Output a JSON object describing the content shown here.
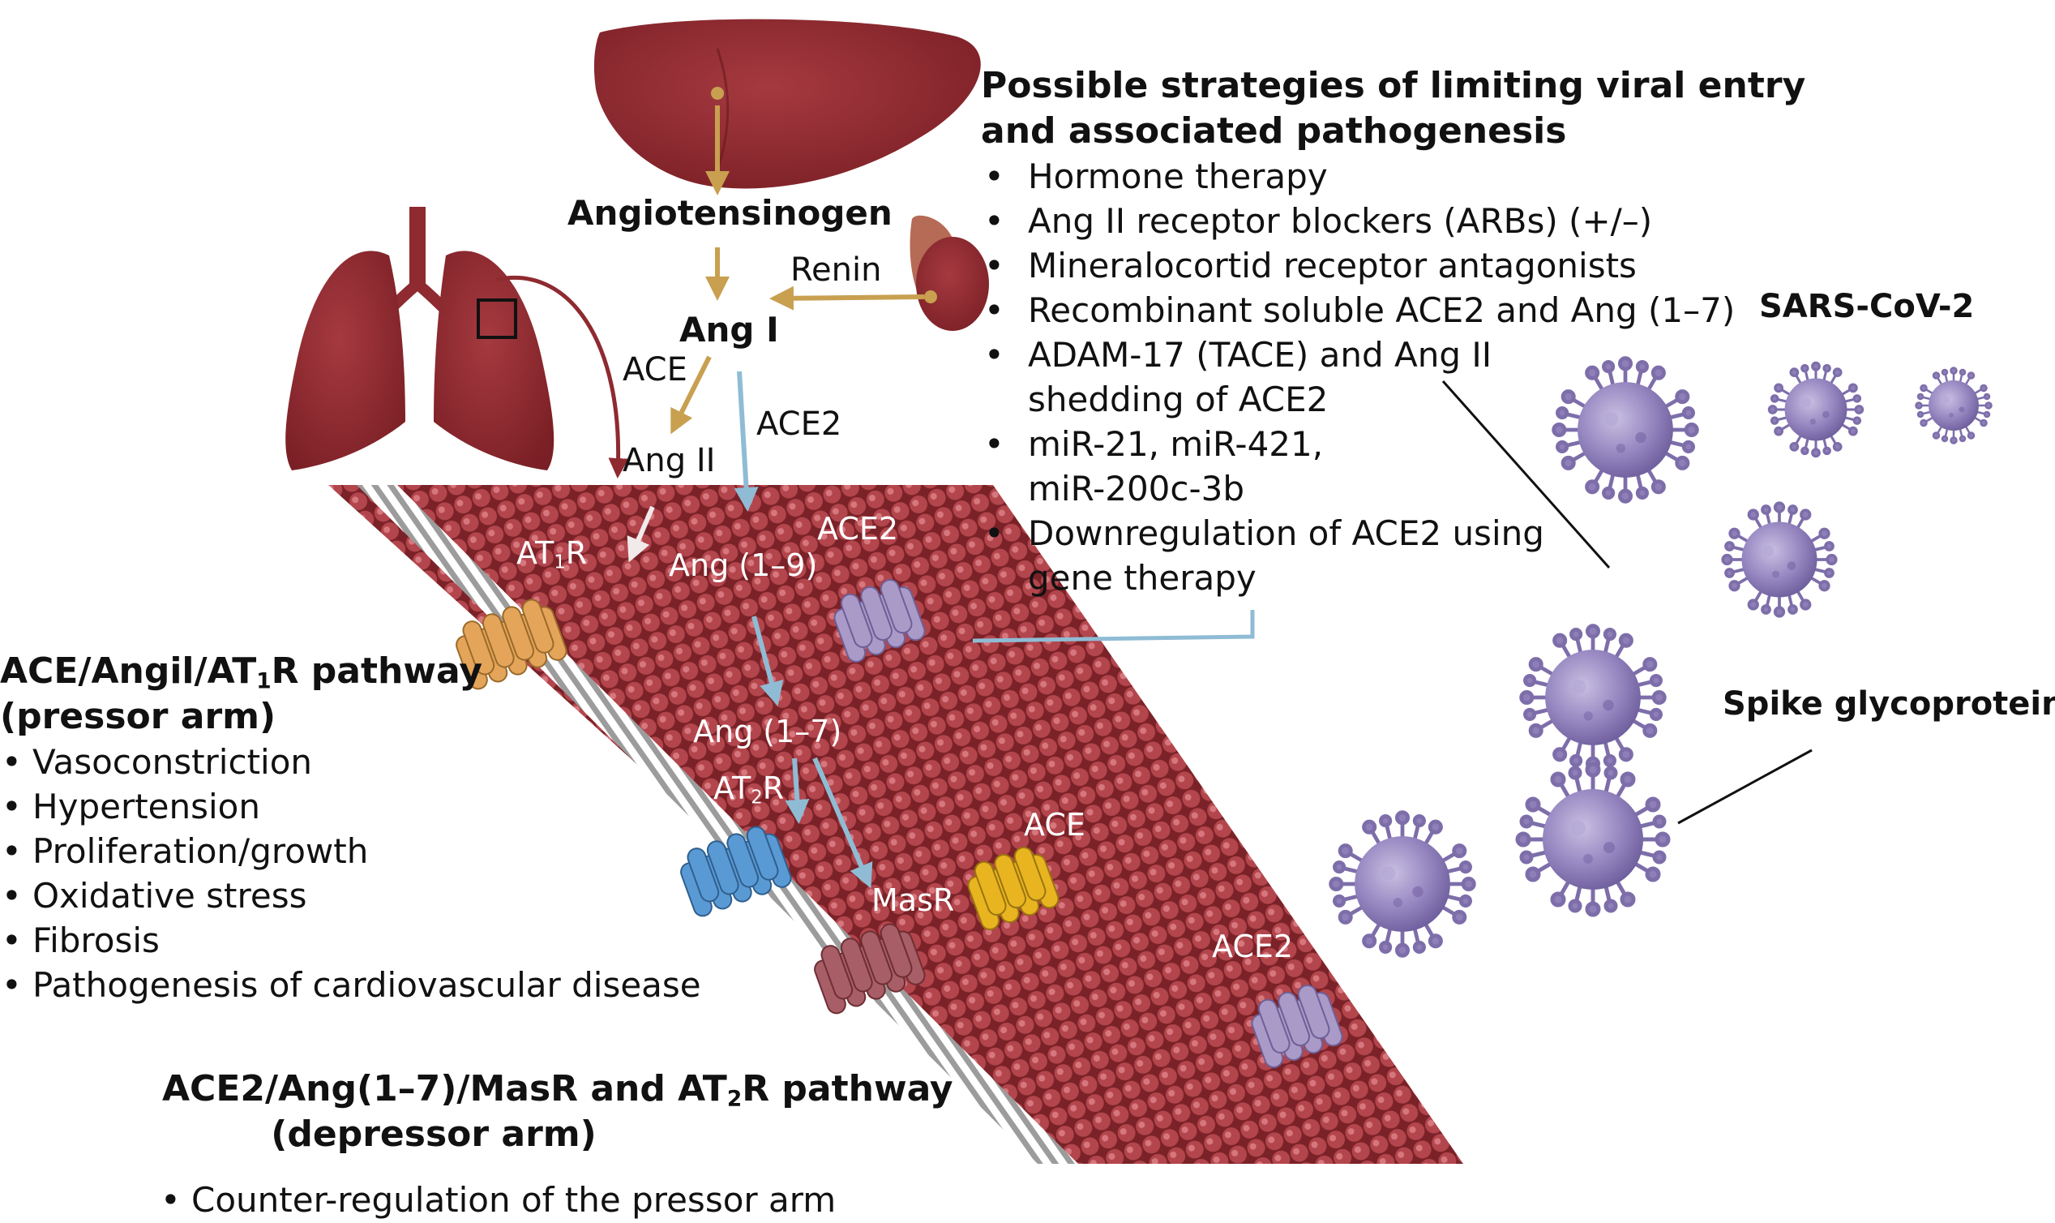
{
  "labels": {
    "angiotensinogen": "Angiotensinogen",
    "renin": "Renin",
    "ang_i": "Ang I",
    "ace_upper": "ACE",
    "ace2_upper": "ACE2",
    "ang_ii": "Ang II",
    "at1r_main": "AT",
    "at1r_sub": "1",
    "at1r_tail": "R",
    "ang_1_9": "Ang (1–9)",
    "ace2_membrane_top": "ACE2",
    "ang_1_7": "Ang (1–7)",
    "at2r_main": "AT",
    "at2r_sub": "2",
    "at2r_tail": "R",
    "masr": "MasR",
    "ace_membrane": "ACE",
    "ace2_membrane_bottom": "ACE2",
    "sars_cov_2": "SARS-CoV-2",
    "spike_glycoproteins": "Spike glycoproteins"
  },
  "strategies": {
    "title_line1": "Possible strategies of limiting viral entry",
    "title_line2": "and associated pathogenesis",
    "items": [
      "Hormone therapy",
      "Ang II receptor blockers (ARBs) (+/–)",
      "Mineralocortid receptor antagonists",
      "Recombinant soluble ACE2 and Ang (1–7)",
      "ADAM-17 (TACE) and Ang II",
      "miR-21, miR-421,",
      "Downregulation of ACE2 using"
    ],
    "item5_line2": "shedding of ACE2",
    "item6_line2": "miR-200c-3b",
    "item7_line2": "gene therapy"
  },
  "pressor": {
    "title_prefix": "ACE/Angil/AT",
    "title_sub": "1",
    "title_suffix": "R pathway",
    "title_line2": "(pressor arm)",
    "items": [
      "Vasoconstriction",
      "Hypertension",
      "Proliferation/growth",
      "Oxidative stress",
      "Fibrosis",
      "Pathogenesis of cardiovascular disease"
    ]
  },
  "depressor": {
    "title_prefix": "ACE2/Ang(1–7)/MasR and AT",
    "title_sub": "2",
    "title_suffix": "R pathway",
    "title_line2": "(depressor arm)",
    "items": [
      "Counter-regulation of the pressor arm"
    ]
  },
  "colors": {
    "organ": "#8e2a30",
    "membrane": "#9b3a40",
    "arrow_gold": "#c8a050",
    "arrow_blue": "#8fbcd4",
    "virus": "#8e7fb8",
    "at1r": "#e4a55a",
    "at2r": "#5a9ad4",
    "ace2_receptor": "#a99ac8",
    "ace_receptor": "#e8b520",
    "masr_receptor": "#a85e66"
  }
}
